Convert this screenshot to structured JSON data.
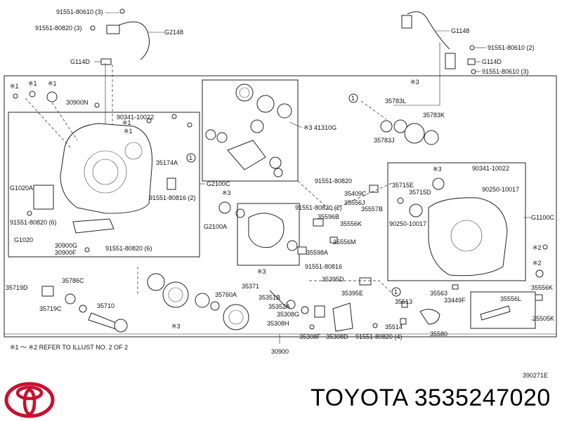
{
  "labels": {
    "l_91551_80610_tl": "91551-80610 (3)",
    "l_91551_80820_tl": "91551-80820 (3)",
    "l_G2148": "G2148",
    "l_G114D_l": "G114D",
    "l_G1148": "G1148",
    "l_91551_80610_2": "91551-80610 (2)",
    "l_G114D_r": "G114D",
    "l_91551_80610_3r": "91551-80610 (3)",
    "l_30900N": "30900N",
    "l_90341_10022_l": "90341-10022",
    "l_41310G": "※3 41310G",
    "l_35174A": "35174A",
    "l_G1020A": "G1020A",
    "l_G2100C": "G2100C",
    "l_91551_80816_2": "91551-80816 (2)",
    "l_G2100A": "G2100A",
    "l_91551_80820_6a": "91551-80820 (6)",
    "l_G1020": "G1020",
    "l_30900G": "30900G",
    "l_30900F": "30900F",
    "l_91551_80820_6b": "91551-80820 (6)",
    "l_35783L": "35783L",
    "l_35783K": "35783K",
    "l_35783J": "35783J",
    "l_91551_80820_m": "91551-80820",
    "l_35715E": "35715E",
    "l_35715D": "35715D",
    "l_90341_10022_r": "90341-10022",
    "l_90250_10017_a": "90250-10017",
    "l_G1100C": "G1100C",
    "l_90250_10017_b": "90250-10017",
    "l_35409C": "35409C",
    "l_35556J": "35556J",
    "l_91551_80820_2": "91551-80820 (2)",
    "l_35557B": "35557B",
    "l_35596B": "35596B",
    "l_35556K_m": "35556K",
    "l_35556M": "35556M",
    "l_35598A": "35598A",
    "l_91551_80816_m": "91551-80816",
    "l_35395D": "35395D",
    "l_35395E": "35395E",
    "l_35556K_r": "35556K",
    "l_35719D": "35719D",
    "l_35786C": "35786C",
    "l_35719C": "35719C",
    "l_35710": "35710",
    "l_35760A": "35760A",
    "l_35371": "35371",
    "l_35351B": "35351B",
    "l_35352A": "35352A",
    "l_35308G": "35308G",
    "l_35308H": "35308H",
    "l_35308F": "35308F",
    "l_35308D": "35308D",
    "l_91551_80820_4": "91551-80820 (4)",
    "l_35513": "35513",
    "l_35563": "35563",
    "l_33449F": "33449F",
    "l_35514": "35514",
    "l_35580": "35580",
    "l_35556L": "35556L",
    "l_35505K": "35505K",
    "l_30900": "30900",
    "s1": "※1",
    "s2": "※1",
    "s3": "※1",
    "s4": "※1",
    "s5": "※1",
    "s6": "※3",
    "s7": "※3",
    "s8": "※3",
    "s9": "※3",
    "s10": "※3",
    "s11": "※2",
    "s12": "※2",
    "c1": "1",
    "c2": "1",
    "c3": "1"
  },
  "footer": {
    "note": "※1 ～ ※2 REFER TO ILLUST NO. 2 OF 2",
    "code": "390271E"
  },
  "brand": {
    "text": "TOYOTA 3535247020",
    "logo_icon": "toyota-logo-icon",
    "logo_color": "#c8102e"
  }
}
